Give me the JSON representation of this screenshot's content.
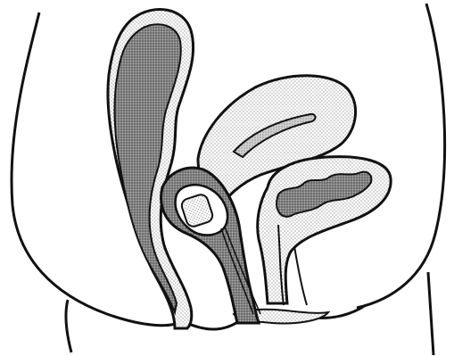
{
  "figure": {
    "style": "black line drawing with stippled shading",
    "visible_text": [],
    "structures": [
      "body-outline",
      "rectum",
      "uterus",
      "vagina",
      "inserted-device",
      "bladder",
      "urethra"
    ]
  },
  "colors": {
    "background": "#ffffff",
    "ink": "#111111",
    "light_stipple": "#e6e6e6",
    "dark_stipple": "#9a9a9a",
    "mid_stipple": "#c8c8c8"
  }
}
